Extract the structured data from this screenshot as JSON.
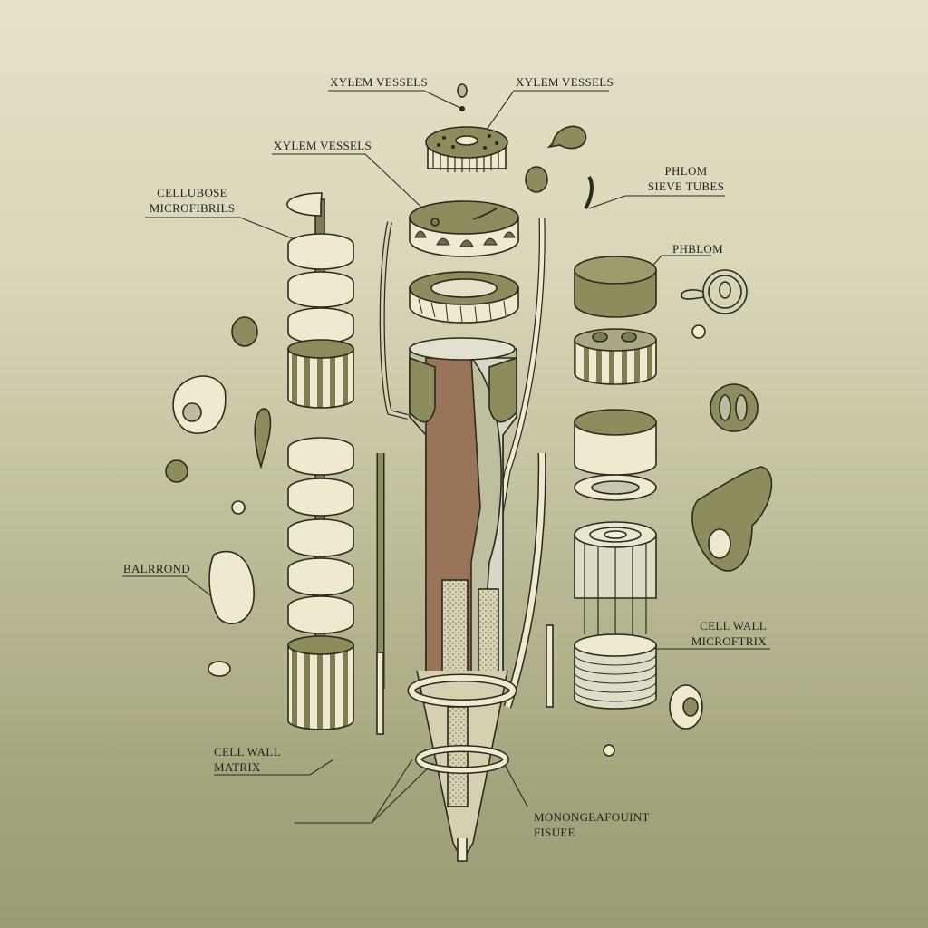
{
  "diagram": {
    "subject": "Exploded view of plant vascular tissue (xylem / phloem / cell wall)",
    "colors": {
      "background_top": "#e6e1c8",
      "background_bottom": "#9b9c74",
      "olive": "#8c8c5c",
      "olive_dark": "#6f7048",
      "cream": "#efe9cf",
      "brown": "#9a7458",
      "ink": "#2a2a1f"
    },
    "labels": {
      "xylem_vessels_1": "XYLEM VESSELS",
      "xylem_vessels_2": "XYLEM VESSELS",
      "xylem_vessels_3": "XYLEM VESSELS",
      "cellulose_line1": "CELLUBOSE",
      "cellulose_line2": "MICROFIBRILS",
      "phloem_sieve_line1": "PHLOM",
      "phloem_sieve_line2": "SIEVE TUBES",
      "phloem": "PHBLOM",
      "balrond": "BALRROND",
      "cell_wall_microfibrix_line1": "CELL WALL",
      "cell_wall_microfibrix_line2": "MICROFTRIX",
      "cell_wall_matrix_line1": "CELL WALL",
      "cell_wall_matrix_line2": "MATRIX",
      "mononge_line1": "MONONGEAFOUINT",
      "mononge_line2": "FISUEE"
    },
    "components": [
      "toothed xylem disc (top)",
      "perforated xylem disc",
      "ring-toothed xylem disc",
      "helical cellulose microfibril column (upper left)",
      "helical cellulose microfibril column (lower left)",
      "phloem cylinder segments (right)",
      "ribbed cell wall microfibril cylinder (right)",
      "central vascular bundle (brown xylem core, cream phloem strands)",
      "banded rings at base",
      "scattered cells and organelles"
    ]
  }
}
